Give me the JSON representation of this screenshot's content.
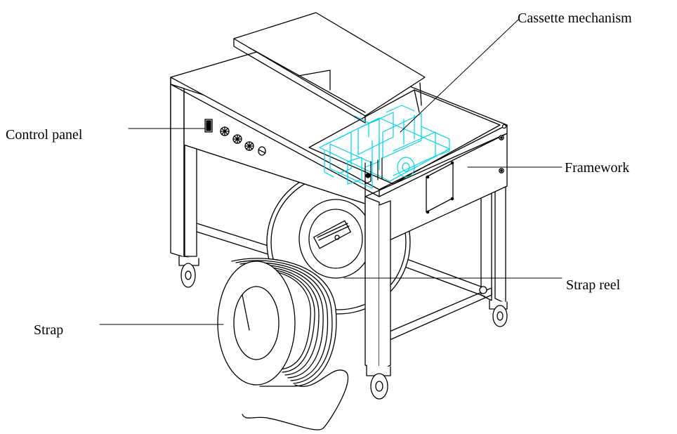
{
  "labels": {
    "cassette_mechanism": "Cassette mechanism",
    "control_panel": "Control panel",
    "framework": "Framework",
    "strap_reel": "Strap reel",
    "strap": "Strap"
  },
  "colors": {
    "line": "#000000",
    "mechanism": "#00d4e6",
    "background": "#ffffff"
  }
}
